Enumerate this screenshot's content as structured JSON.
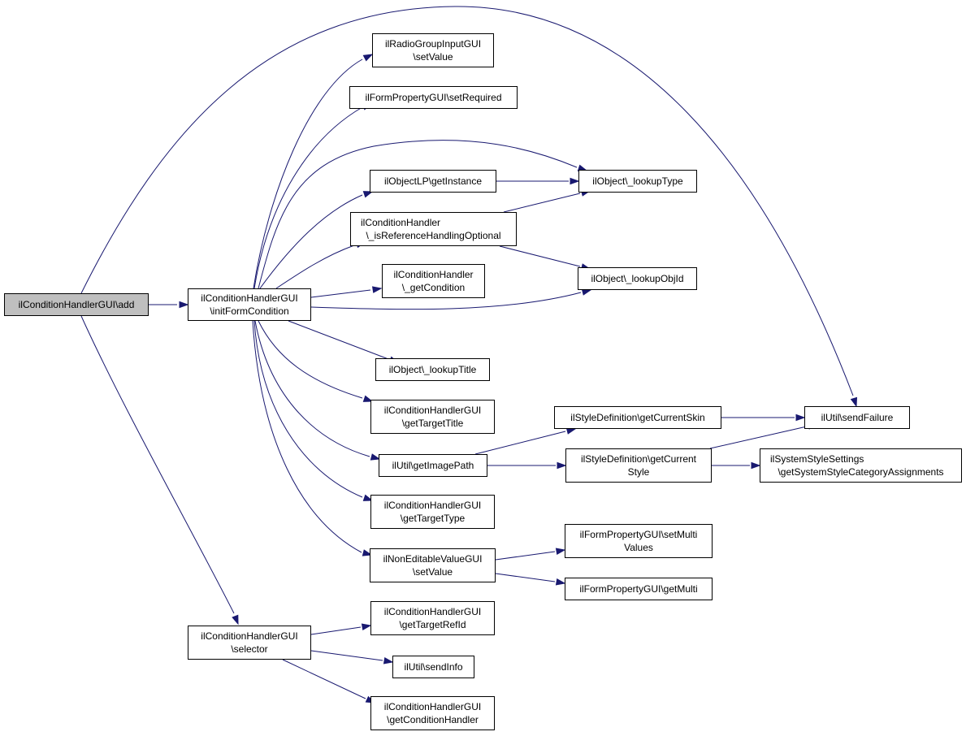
{
  "nodes": {
    "add": {
      "lines": [
        "ilConditionHandlerGUI\\add"
      ]
    },
    "initFormCondition": {
      "lines": [
        "ilConditionHandlerGUI",
        "\\initFormCondition"
      ]
    },
    "selector": {
      "lines": [
        "ilConditionHandlerGUI",
        "\\selector"
      ]
    },
    "radioSetValue": {
      "lines": [
        "ilRadioGroupInputGUI",
        "\\setValue"
      ]
    },
    "setRequired": {
      "lines": [
        "ilFormPropertyGUI\\setRequired"
      ]
    },
    "getInstance": {
      "lines": [
        "ilObjectLP\\getInstance"
      ]
    },
    "isRefHandling": {
      "lines": [
        "ilConditionHandler",
        "\\_isReferenceHandlingOptional"
      ]
    },
    "getCondition": {
      "lines": [
        "ilConditionHandler",
        "\\_getCondition"
      ]
    },
    "lookupType": {
      "lines": [
        "ilObject\\_lookupType"
      ]
    },
    "lookupObjId": {
      "lines": [
        "ilObject\\_lookupObjId"
      ]
    },
    "lookupTitle": {
      "lines": [
        "ilObject\\_lookupTitle"
      ]
    },
    "getTargetTitle": {
      "lines": [
        "ilConditionHandlerGUI",
        "\\getTargetTitle"
      ]
    },
    "getImagePath": {
      "lines": [
        "ilUtil\\getImagePath"
      ]
    },
    "getCurrentSkin": {
      "lines": [
        "ilStyleDefinition\\getCurrentSkin"
      ]
    },
    "getCurrentStyle": {
      "lines": [
        "ilStyleDefinition\\getCurrent",
        "Style"
      ]
    },
    "sendFailure": {
      "lines": [
        "ilUtil\\sendFailure"
      ]
    },
    "sysStyle": {
      "lines": [
        "ilSystemStyleSettings",
        "\\getSystemStyleCategoryAssignments"
      ]
    },
    "getTargetType": {
      "lines": [
        "ilConditionHandlerGUI",
        "\\getTargetType"
      ]
    },
    "nonEditSetValue": {
      "lines": [
        "ilNonEditableValueGUI",
        "\\setValue"
      ]
    },
    "setMultiValues": {
      "lines": [
        "ilFormPropertyGUI\\setMulti",
        "Values"
      ]
    },
    "getMulti": {
      "lines": [
        "ilFormPropertyGUI\\getMulti"
      ]
    },
    "getTargetRefId": {
      "lines": [
        "ilConditionHandlerGUI",
        "\\getTargetRefId"
      ]
    },
    "sendInfo": {
      "lines": [
        "ilUtil\\sendInfo"
      ]
    },
    "getConditionHandler": {
      "lines": [
        "ilConditionHandlerGUI",
        "\\getConditionHandler"
      ]
    }
  },
  "edges": [
    [
      "add",
      "initFormCondition"
    ],
    [
      "add",
      "selector"
    ],
    [
      "add",
      "sendFailure"
    ],
    [
      "initFormCondition",
      "radioSetValue"
    ],
    [
      "initFormCondition",
      "setRequired"
    ],
    [
      "initFormCondition",
      "lookupType"
    ],
    [
      "initFormCondition",
      "getInstance"
    ],
    [
      "initFormCondition",
      "isRefHandling"
    ],
    [
      "initFormCondition",
      "getCondition"
    ],
    [
      "initFormCondition",
      "lookupObjId"
    ],
    [
      "initFormCondition",
      "lookupTitle"
    ],
    [
      "initFormCondition",
      "getTargetTitle"
    ],
    [
      "initFormCondition",
      "getImagePath"
    ],
    [
      "initFormCondition",
      "getTargetType"
    ],
    [
      "initFormCondition",
      "nonEditSetValue"
    ],
    [
      "getInstance",
      "lookupType"
    ],
    [
      "isRefHandling",
      "lookupType"
    ],
    [
      "isRefHandling",
      "lookupObjId"
    ],
    [
      "getImagePath",
      "getCurrentSkin"
    ],
    [
      "getImagePath",
      "getCurrentStyle"
    ],
    [
      "getCurrentSkin",
      "sendFailure"
    ],
    [
      "getCurrentStyle",
      "sendFailure"
    ],
    [
      "getCurrentStyle",
      "sysStyle"
    ],
    [
      "nonEditSetValue",
      "setMultiValues"
    ],
    [
      "nonEditSetValue",
      "getMulti"
    ],
    [
      "selector",
      "getTargetRefId"
    ],
    [
      "selector",
      "sendInfo"
    ],
    [
      "selector",
      "getConditionHandler"
    ]
  ],
  "colors": {
    "edge": "#191970",
    "root_fill": "#bfbfbf",
    "node_fill": "#ffffff"
  }
}
